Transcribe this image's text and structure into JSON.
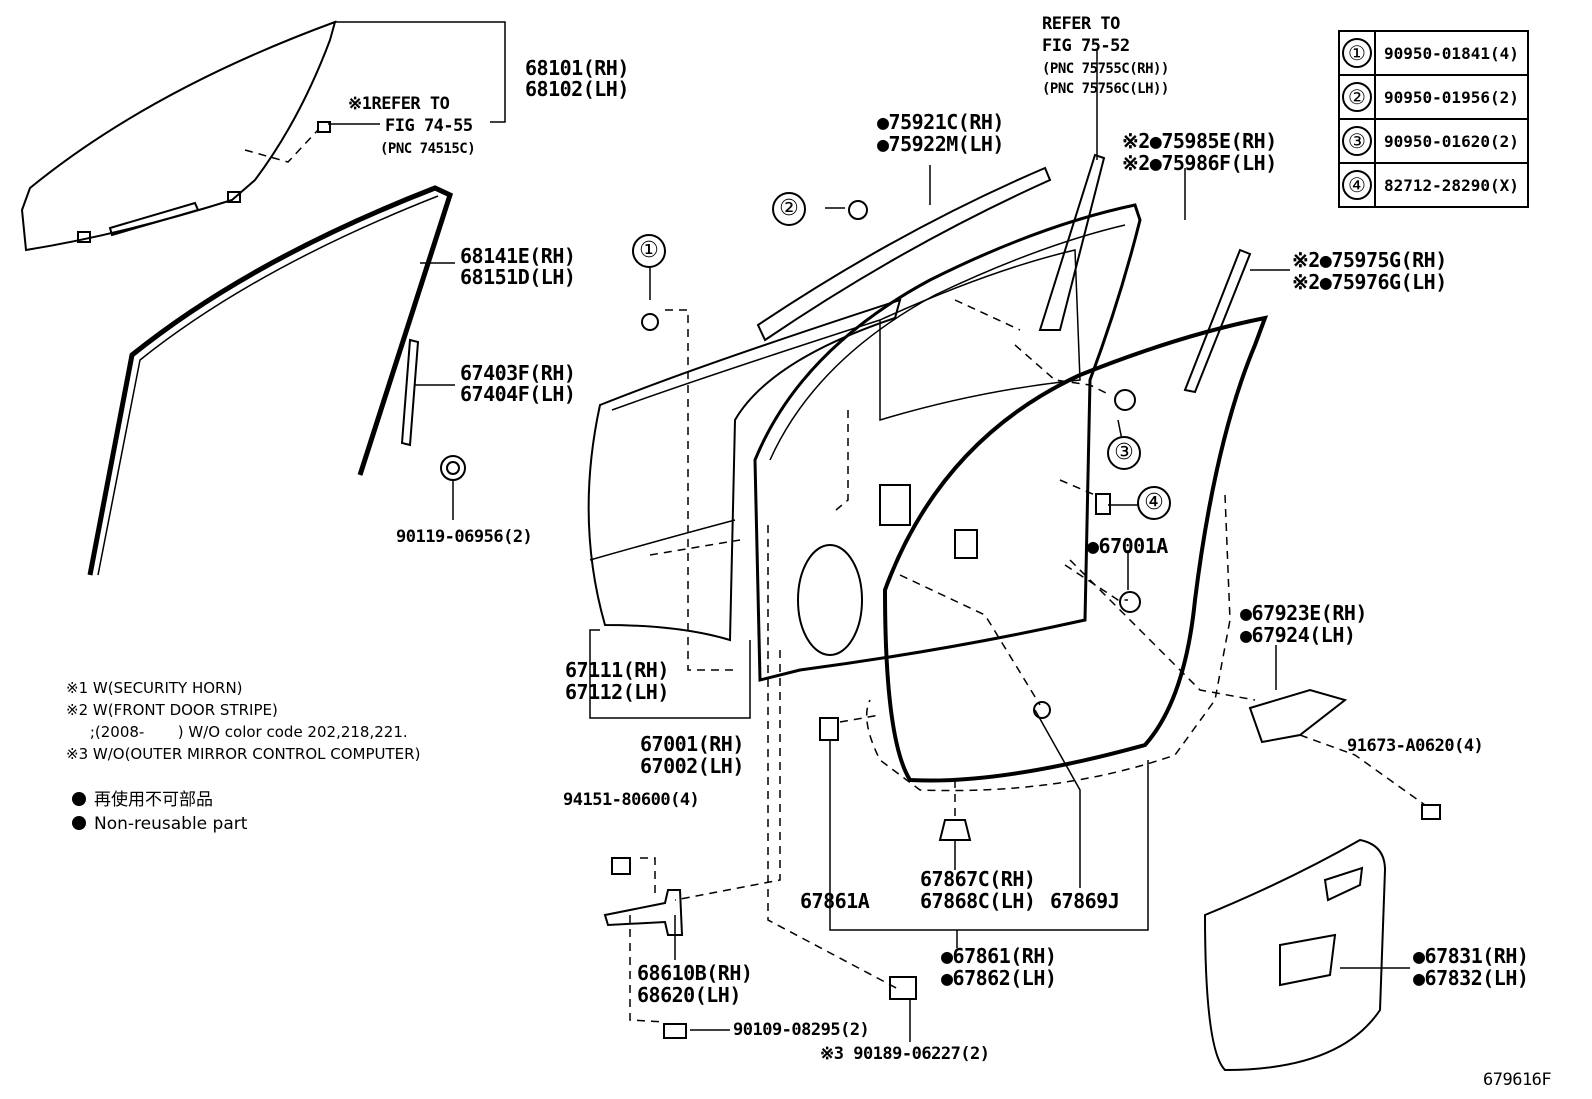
{
  "labels": {
    "glass_rh": "68101(RH)",
    "glass_lh": "68102(LH)",
    "refer1_mark": "※1",
    "refer1_line1": "REFER TO",
    "refer1_line2": "FIG 74-55",
    "refer1_pnc": "(PNC 74515C)",
    "run_rh": "68141E(RH)",
    "run_lh": "68151D(LH)",
    "chan_rh": "67403F(RH)",
    "chan_lh": "67404F(LH)",
    "bolt1": "90119-06956(2)",
    "refer2_line1": "REFER TO",
    "refer2_line2": "FIG 75-52",
    "refer2_pnc1": "(PNC 75755C(RH))",
    "refer2_pnc2": "(PNC 75756C(LH))",
    "belt_rh": "●75921C(RH)",
    "belt_lh": "●75922M(LH)",
    "stripe_a_rh": "※2●75985E(RH)",
    "stripe_a_lh": "※2●75986F(LH)",
    "stripe_b_rh": "※2●75975G(RH)",
    "stripe_b_lh": "※2●75976G(LH)",
    "plug": "●67001A",
    "wst_rh": "●67923E(RH)",
    "wst_lh": "●67924(LH)",
    "screw_a": "91673-A0620(4)",
    "panel_rh": "67111(RH)",
    "panel_lh": "67112(LH)",
    "door_rh": "67001(RH)",
    "door_lh": "67002(LH)",
    "nut_a": "94151-80600(4)",
    "check_rh": "68610B(RH)",
    "check_lh": "68620(LH)",
    "bolt2": "90109-08295(2)",
    "clip_a": "67861A",
    "clip_b_rh": "67867C(RH)",
    "clip_b_lh": "67868C(LH)",
    "clip_c": "67869J",
    "cover_rh": "●67861(RH)",
    "cover_lh": "●67862(LH)",
    "clip_d": "※3 90189-06227(2)",
    "seal_rh": "●67831(RH)",
    "seal_lh": "●67832(LH)",
    "fig_id": "679616F"
  },
  "callouts": [
    "①",
    "②",
    "③",
    "④"
  ],
  "notes": [
    "※1 W(SECURITY HORN)",
    "※2 W(FRONT DOOR STRIPE)",
    "     ;(2008-       ) W/O color code 202,218,221.",
    "※3 W/O(OUTER MIRROR CONTROL COMPUTER)"
  ],
  "legend": {
    "jp": "再使用不可部品",
    "en": "Non-reusable part"
  },
  "ref_table": [
    {
      "n": "①",
      "part": "90950-01841(4)"
    },
    {
      "n": "②",
      "part": "90950-01956(2)"
    },
    {
      "n": "③",
      "part": "90950-01620(2)"
    },
    {
      "n": "④",
      "part": "82712-28290(X)"
    }
  ]
}
